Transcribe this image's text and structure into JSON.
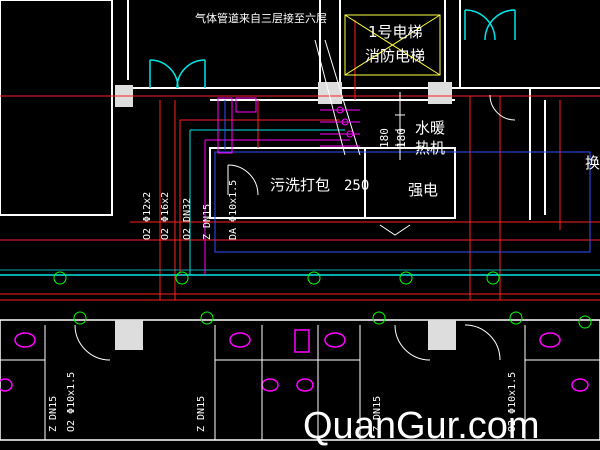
{
  "labels": {
    "gas_note": "气体管道来自三层接至六层",
    "elevator_line1": "1号电梯",
    "elevator_line2": "消防电梯",
    "riser_180": "180",
    "water_heat_1": "水暖",
    "water_heat_2": "热机",
    "laundry": "污洗打包",
    "laundry_size": "250",
    "power_room": "强电",
    "right_edge_char": "换",
    "pipe_o2_phi12": "O2 Φ12x2",
    "pipe_o2_phi16": "O2 Φ16x2",
    "pipe_o2_dn32": "O2 DN32",
    "pipe_z_dn15": "Z DN15",
    "pipe_da_phi10": "DA Φ10x1.5",
    "pipe_z_dn15_b": "Z DN15",
    "pipe_o2_phi10": "O2 Φ10x1.5",
    "watermark": "QuanGur.com"
  },
  "colors": {
    "background": "#000000",
    "wall": "#ffffff",
    "red_line": "#ff2020",
    "cyan_line": "#00e5e5",
    "blue_line": "#3050ff",
    "magenta": "#ff00ff",
    "green": "#00ff00",
    "yellow": "#ffff40",
    "watermark": "#ffffff"
  }
}
